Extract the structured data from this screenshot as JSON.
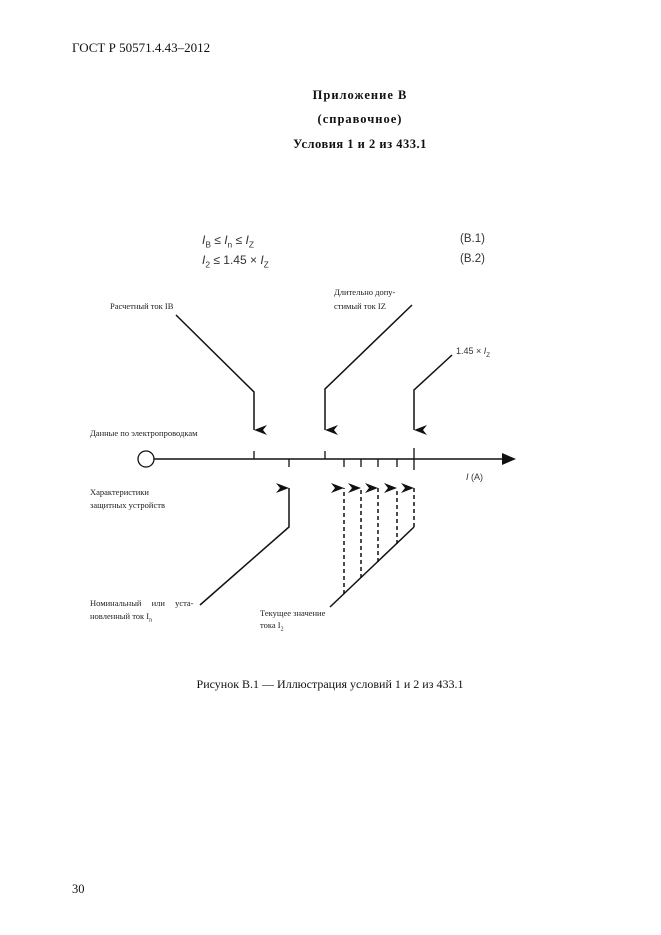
{
  "header": {
    "doc_code": "ГОСТ Р 50571.4.43–2012"
  },
  "appendix": {
    "title": "Приложение В",
    "note": "(справочное)",
    "subject": "Условия 1 и 2 из 433.1"
  },
  "formulas": [
    {
      "expr_a": "I",
      "sub_a": "B",
      "rel1": " ≤ ",
      "expr_b": "I",
      "sub_b": "n",
      "rel2": " ≤ ",
      "expr_c": "I",
      "sub_c": "Z",
      "number": "(B.1)"
    },
    {
      "expr_a": "I",
      "sub_a": "2",
      "rel1": " ≤ 1.45 × ",
      "expr_b": "I",
      "sub_b": "Z",
      "number": "(B.2)"
    }
  ],
  "figure": {
    "label_ib": "Расчетный ток IB",
    "label_iz_line1": "Длительно допу-",
    "label_iz_line2": "стимый ток IZ",
    "label_145_prefix": "1.45 × ",
    "label_145_var": "I",
    "label_145_sub": "Z",
    "label_conductors": "Данные по электропроводкам",
    "axis_var": "I",
    "axis_unit": "(A)",
    "label_devices_line1": "Характеристики",
    "label_devices_line2": "защитных устройств",
    "label_in_line1": "Номинальный или уста-",
    "label_in_line2": "новленный ток I",
    "label_in_sub": "n",
    "label_i2_line1": "Текущее значение",
    "label_i2_line2": "тока I",
    "label_i2_sub": "2"
  },
  "caption": "Рисунок B.1 — Иллюстрация условий 1 и 2 из 433.1",
  "footer": {
    "page_number": "30"
  }
}
